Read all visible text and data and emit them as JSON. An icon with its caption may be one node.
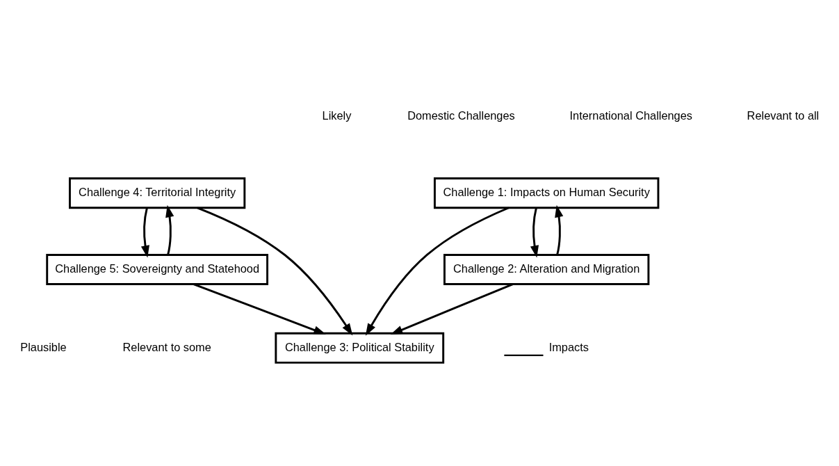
{
  "diagram": {
    "nodes": [
      {
        "text": [
          "Challenge 1: Impacts on Human Security"
        ]
      },
      {
        "text": [
          "Challenge 2: Alteration and Migration"
        ]
      },
      {
        "text": [
          "Challenge 3: Political Stability"
        ]
      },
      {
        "text": [
          "Challenge 4: Territorial Integrity"
        ]
      },
      {
        "text": [
          "Challenge 5: Sovereignty and Statehood"
        ]
      }
    ],
    "edges": [
      {
        "from": 0,
        "to": 1,
        "arrow": "to"
      },
      {
        "from": 1,
        "to": 0,
        "arrow": "to"
      },
      {
        "from": 0,
        "to": 2,
        "arrow": "to"
      },
      {
        "from": 1,
        "to": 2,
        "arrow": "to"
      },
      {
        "from": 3,
        "to": 2,
        "arrow": "to"
      },
      {
        "from": 4,
        "to": 2,
        "arrow": "to"
      },
      {
        "from": 4,
        "to": 3,
        "arrow": "to"
      },
      {
        "from": 3,
        "to": 4,
        "arrow": "to"
      }
    ],
    "labels": [
      "Likely",
      "Domestic Challenges",
      "International Challenges",
      "Relevant to all",
      "Plausible",
      "Relevant to some"
    ],
    "legend": [
      {
        "text": "Impacts"
      }
    ]
  }
}
